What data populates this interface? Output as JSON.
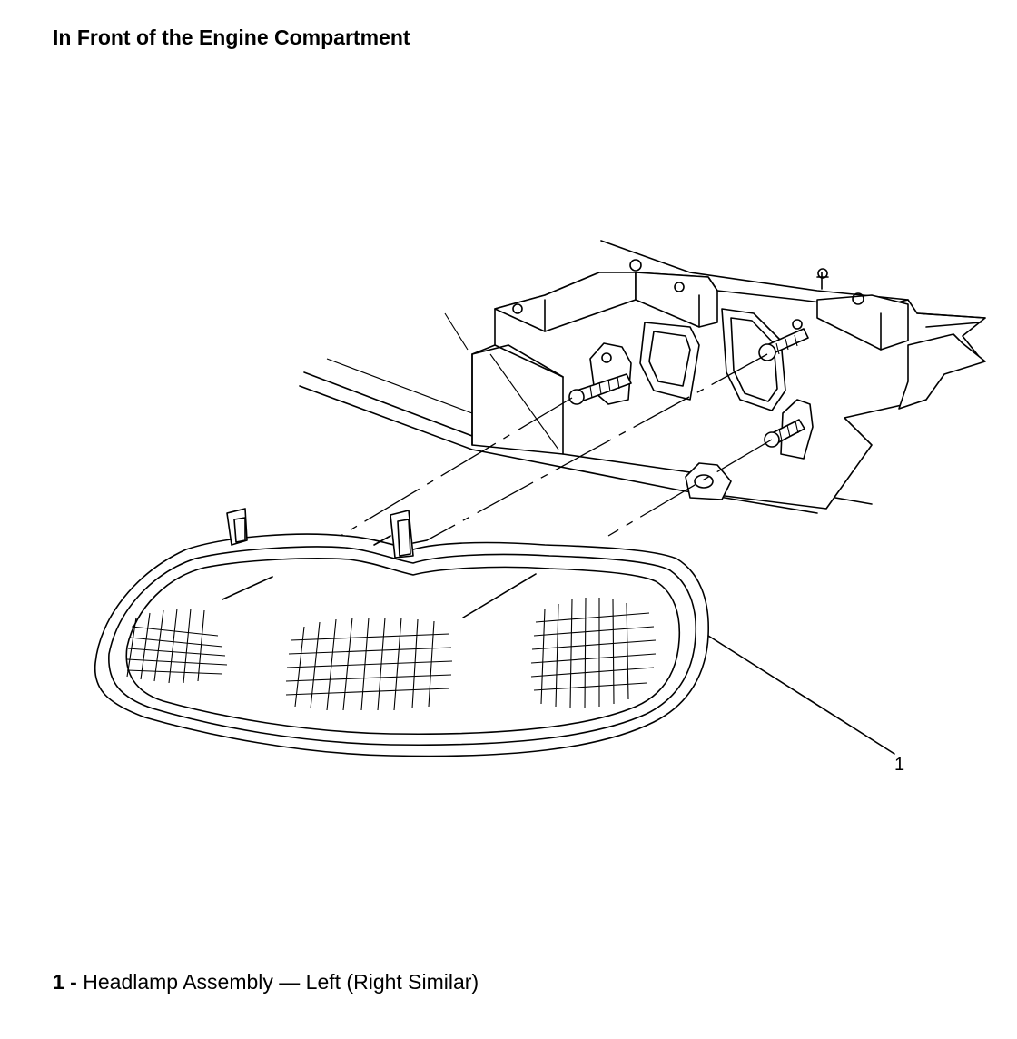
{
  "title": "In Front of the Engine Compartment",
  "callouts": [
    {
      "number": "1",
      "separator": " - ",
      "label": "Headlamp Assembly — Left (Right Similar)"
    }
  ]
}
